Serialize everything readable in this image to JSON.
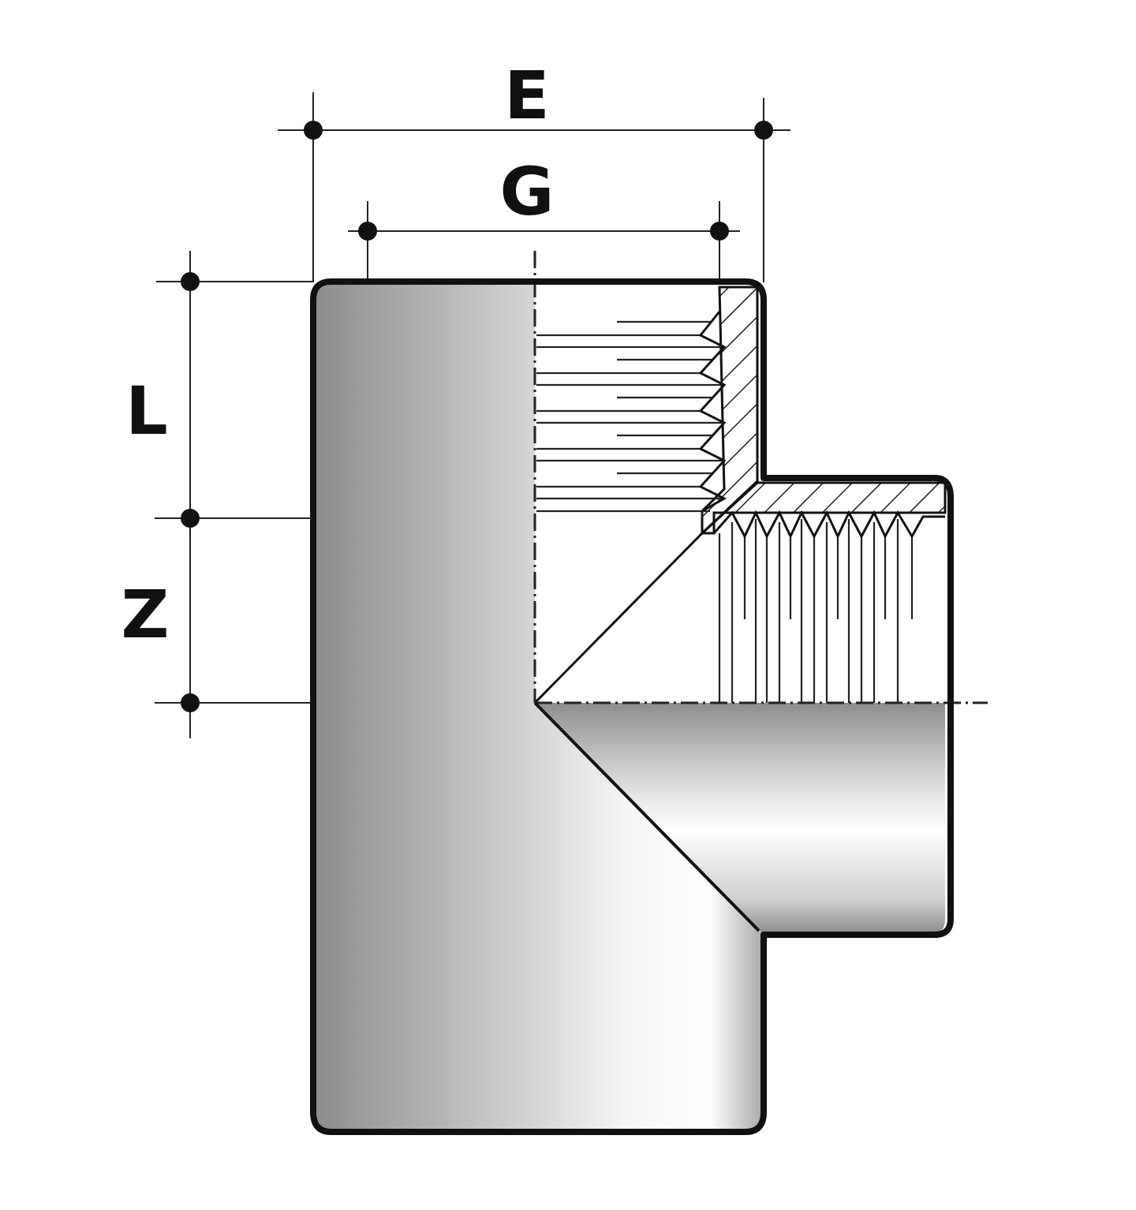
{
  "dimensions": {
    "e_label": "E",
    "g_label": "G",
    "l_label": "L",
    "z_label": "Z"
  },
  "colors": {
    "outline": "#111111",
    "body_dark": "#8c8c8c",
    "body_light": "#ffffff",
    "background": "#ffffff"
  }
}
